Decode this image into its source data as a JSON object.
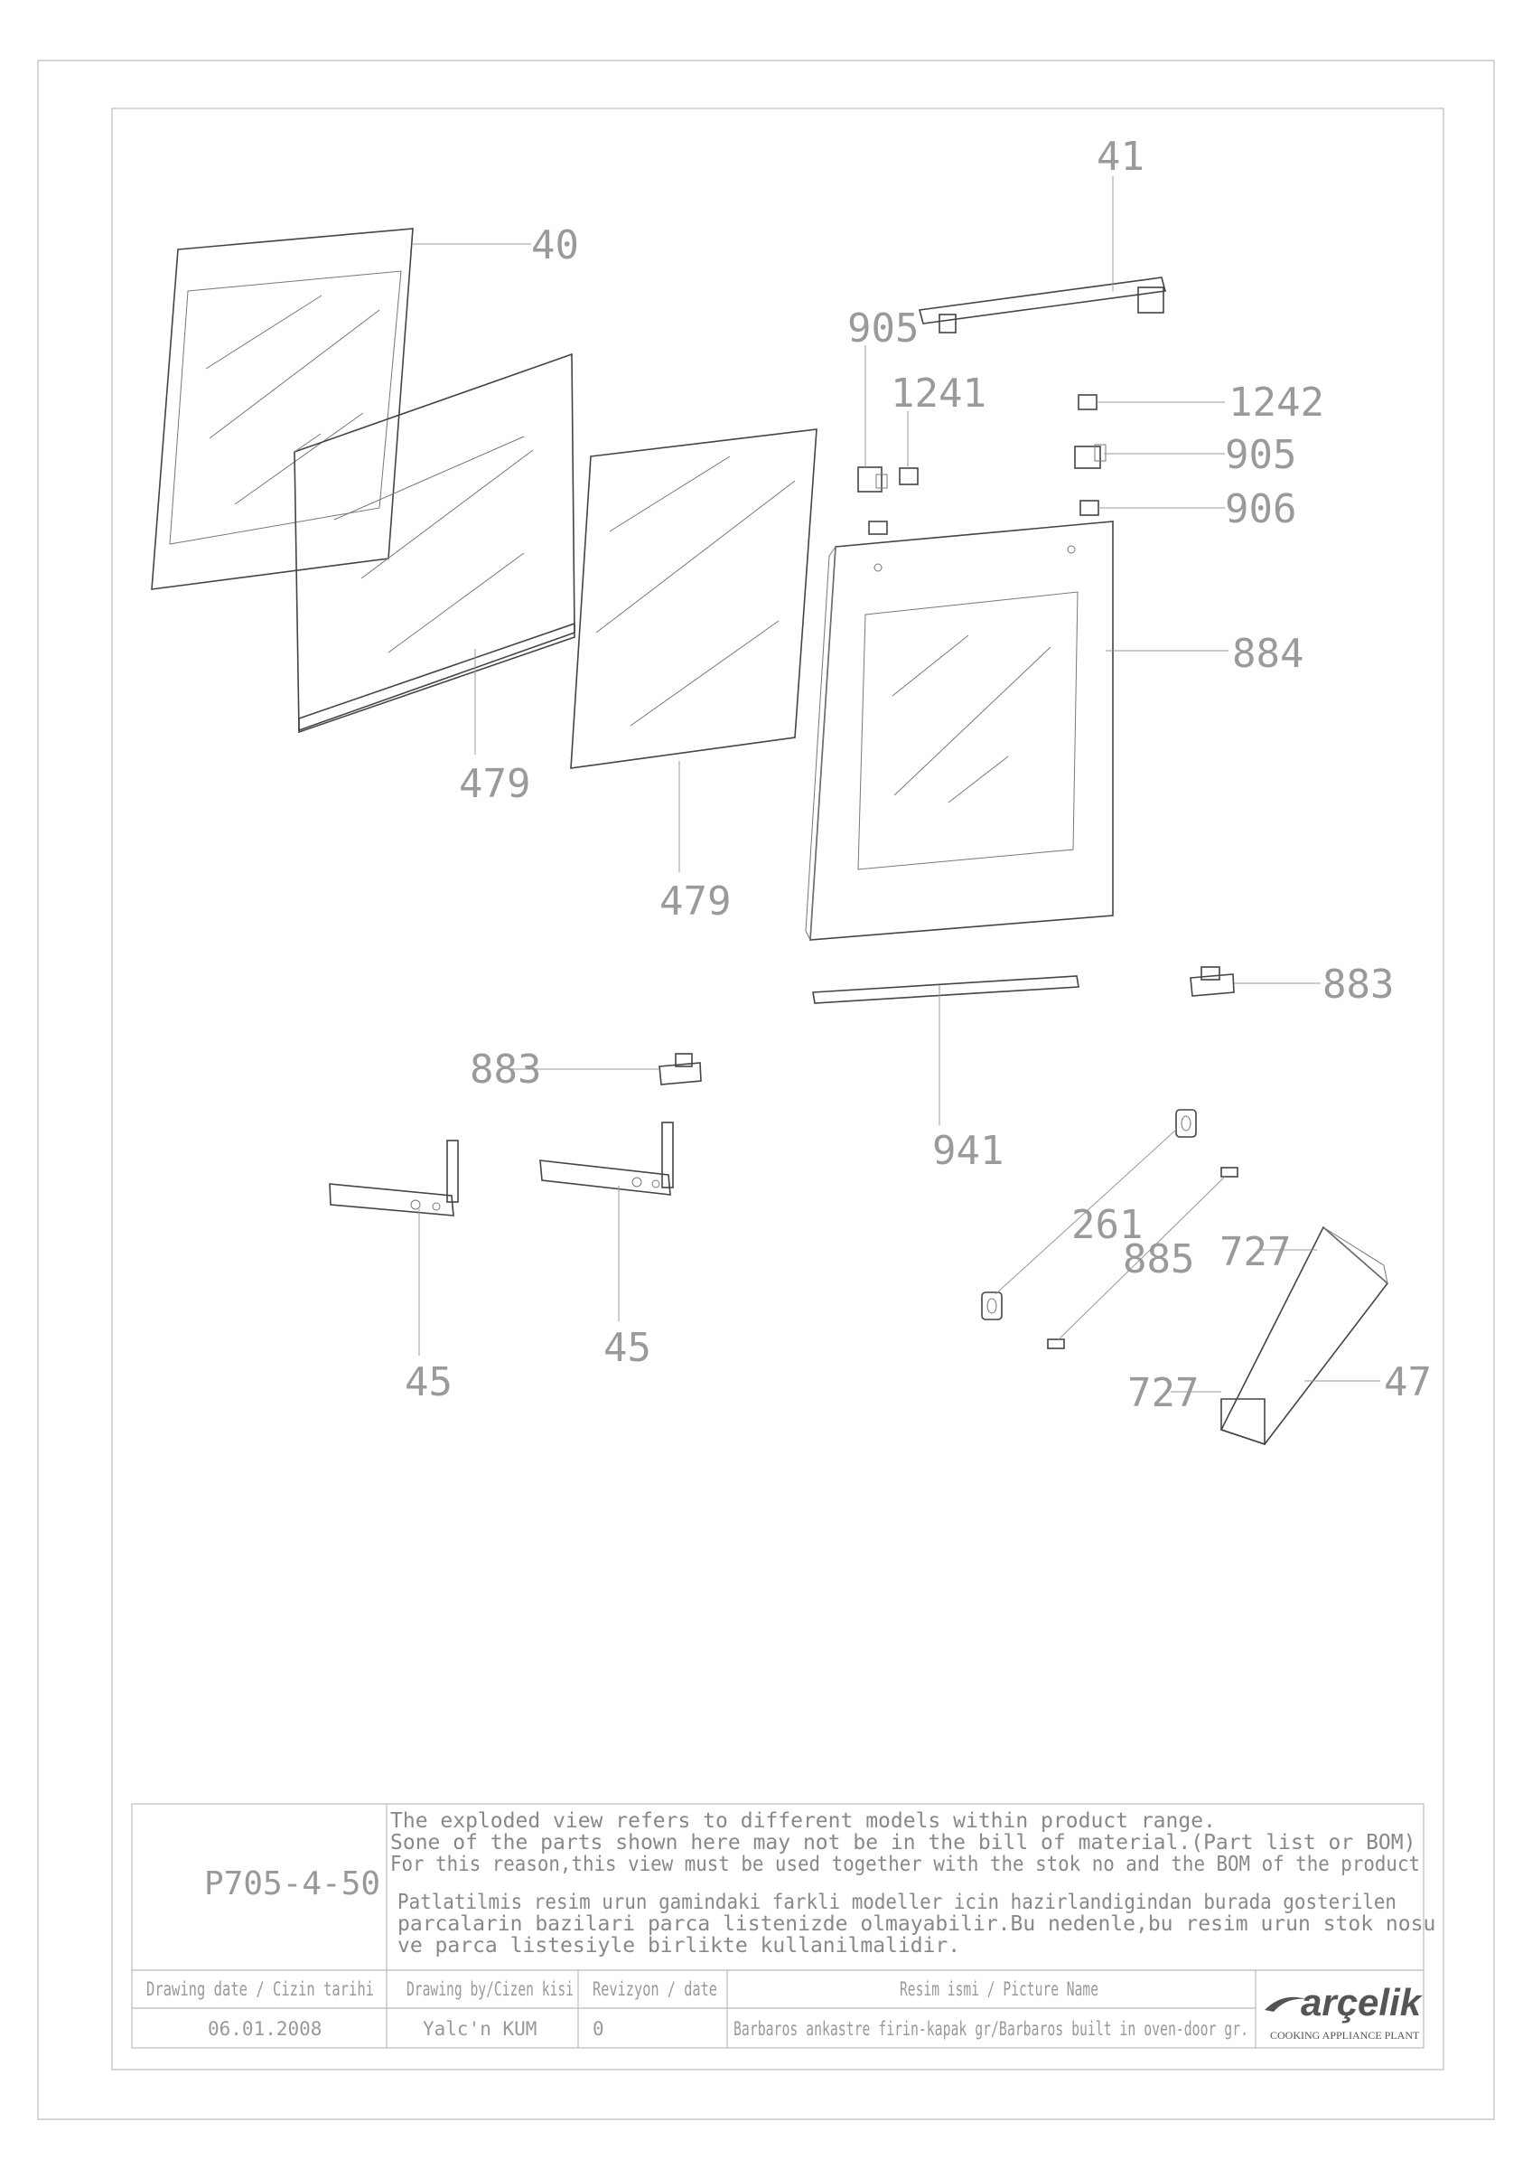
{
  "labels": {
    "l40": "40",
    "l41": "41",
    "l905a": "905",
    "l1241": "1241",
    "l1242": "1242",
    "l905b": "905",
    "l906": "906",
    "l884": "884",
    "l479a": "479",
    "l479b": "479",
    "l883a": "883",
    "l883b": "883",
    "l941": "941",
    "l261": "261",
    "l885": "885",
    "l727a": "727",
    "l727b": "727",
    "l47": "47",
    "l45a": "45",
    "l45b": "45"
  },
  "titleblock": {
    "code": "P705-4-50",
    "note_en_1": "The exploded view refers to different models within product range.",
    "note_en_2": "Sone of the parts shown here may not be in the bill of material.(Part list or BOM)",
    "note_en_3": "For this reason,this view must be used together with the stok no and the BOM of the product",
    "note_tr_1": "Patlatilmis resim urun gamindaki farkli modeller icin hazirlandigindan burada gosterilen",
    "note_tr_2": "parcalarin bazilari parca listenizde olmayabilir.Bu nedenle,bu resim urun stok nosu",
    "note_tr_3": "ve parca listesiyle birlikte kullanilmalidir.",
    "h_date": "Drawing date / Cizin tarihi",
    "h_by": "Drawing by/Cizen kisi",
    "h_rev": "Revizyon / date",
    "h_name": "Resim ismi / Picture Name",
    "v_date": "06.01.2008",
    "v_by": "Yalc'n KUM",
    "v_rev": "0",
    "v_name": "Barbaros ankastre firin-kapak gr/Barbaros built in oven-door gr.",
    "brand": "arçelik",
    "plant": "COOKING APPLIANCE PLANT"
  }
}
